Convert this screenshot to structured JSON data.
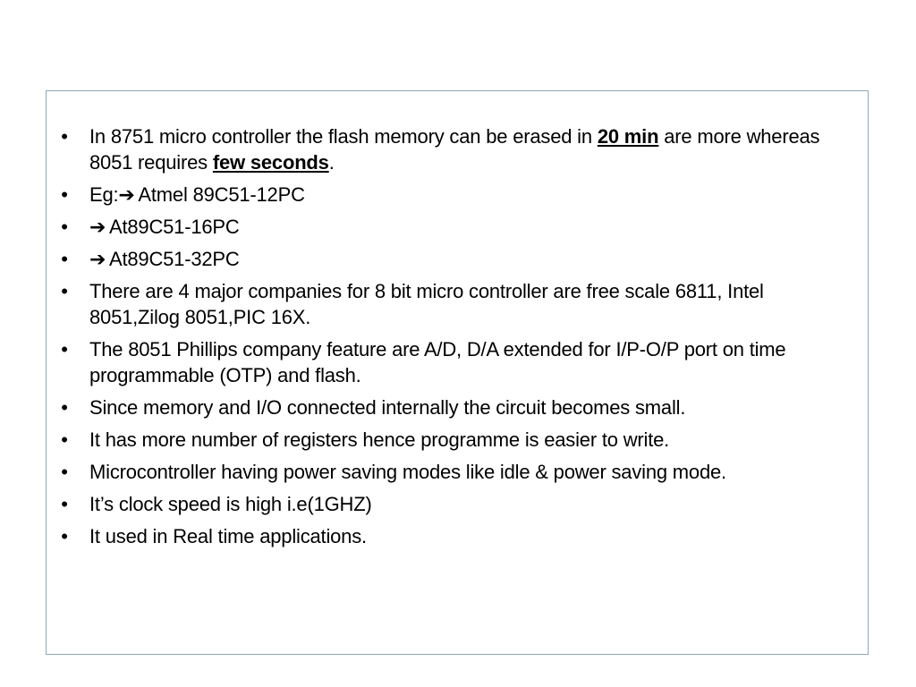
{
  "bullet_symbol": "•",
  "arrow_symbol": "➔",
  "items": [
    {
      "pre": "In 8751 micro controller the flash memory can be erased in ",
      "bold1": "20 min",
      "mid": " are more whereas 8051 requires ",
      "bold2": "few seconds",
      "post": "."
    },
    {
      "prefix": "Eg:",
      "text": "Atmel 89C51-12PC"
    },
    {
      "text": "At89C51-16PC"
    },
    {
      "text": "At89C51-32PC"
    },
    {
      "text": "There are 4 major companies for 8 bit micro controller are free scale 6811, Intel 8051,Zilog 8051,PIC 16X."
    },
    {
      "text": "The 8051 Phillips company feature are A/D, D/A extended for I/P-O/P port on time programmable (OTP) and flash."
    },
    {
      "text": "Since memory and I/O connected internally the circuit becomes small."
    },
    {
      "text": "It has more number of registers hence programme is easier to write."
    },
    {
      "text": "Microcontroller having power saving modes like idle & power saving mode."
    },
    {
      "text": "It’s clock speed is high  i.e(1GHZ)"
    },
    {
      "text": "It used in Real time applications."
    }
  ]
}
